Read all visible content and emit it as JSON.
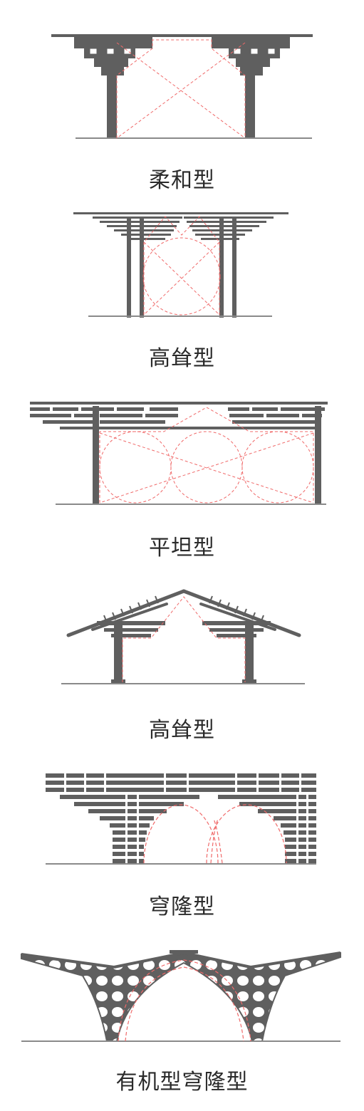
{
  "colors": {
    "structure": "#5f5f5f",
    "ground": "#8a8a8a",
    "guide": "#f06a6a",
    "caption": "#2a2a2a"
  },
  "diagrams": [
    {
      "label": "柔和型"
    },
    {
      "label": "高耸型"
    },
    {
      "label": "平坦型"
    },
    {
      "label": "高耸型"
    },
    {
      "label": "穹隆型"
    },
    {
      "label": "有机型穹隆型"
    }
  ]
}
